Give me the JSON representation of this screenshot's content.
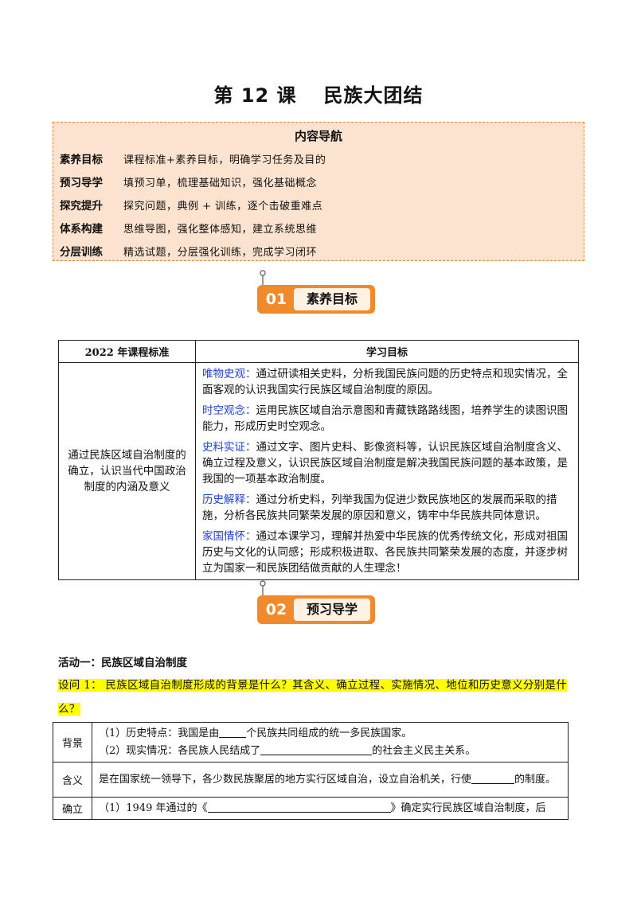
{
  "title": {
    "lesson": "第 12 课",
    "name": "民族大团结"
  },
  "nav": {
    "heading": "内容导航",
    "rows": [
      {
        "key": "素养目标",
        "value": "课程标准+素养目标，明确学习任务及目的"
      },
      {
        "key": "预习导学",
        "value": "填预习单，梳理基础知识，强化基础概念"
      },
      {
        "key": "探究提升",
        "value": "探究问题，典例 + 训练，逐个击破重难点"
      },
      {
        "key": "体系构建",
        "value": "思维导图，强化整体感知，建立系统思维"
      },
      {
        "key": "分层训练",
        "value": "精选试题，分层强化训练，完成学习闭环"
      }
    ]
  },
  "section1": {
    "num": "01",
    "label": "素养目标"
  },
  "standards": {
    "col1_header": "2022 年课程标准",
    "col2_header": "学习目标",
    "standard_text": "通过民族区域自治制度的确立，认识当代中国政治制度的内涵及意义",
    "objectives": [
      {
        "tag": "唯物史观：",
        "text": "通过研读相关史料，分析我国民族问题的历史特点和现实情况，全面客观的认识我国实行民族区域自治制度的原因。"
      },
      {
        "tag": "时空观念：",
        "text": "运用民族区域自治示意图和青藏铁路路线图，培养学生的读图识图能力，形成历史时空观念。"
      },
      {
        "tag": "史料实证：",
        "text": "通过文字、图片史料、影像资料等，认识民族区域自治制度含义、确立过程及意义，认识民族区域自治制度是解决我国民族问题的基本政策，是我国的一项基本政治制度。"
      },
      {
        "tag": "历史解释：",
        "text": "通过分析史料，列举我国为促进少数民族地区的发展而采取的措施，分析各民族共同繁荣发展的原因和意义，铸牢中华民族共同体意识。"
      },
      {
        "tag": "家国情怀：",
        "text": "通过本课学习，理解并热爱中华民族的优秀传统文化，形成对祖国历史与文化的认同感；形成积极进取、各民族共同繁荣发展的态度，并逐步树立为国家一和民族团结做贡献的人生理念！"
      }
    ]
  },
  "section2": {
    "num": "02",
    "label": "预习导学"
  },
  "activity": "活动一：民族区域自治制度",
  "question": "设问 1：  民族区域自治制度形成的背景是什么？其含义、确立过程、实施情况、地位和历史意义分别是什么？",
  "fill_table": {
    "rows": [
      {
        "key": "背景",
        "lines": [
          {
            "before": "（1）历史特点：我国是由",
            "after": "个民族共同组成的统一多民族国家。"
          },
          {
            "before": "（2）现实情况：各民族人民结成了",
            "after": "的社会主义民主关系。"
          }
        ]
      },
      {
        "key": "含义",
        "before": "是在国家统一领导下，各少数民族聚居的地方实行区域自治，设立自治机关，行使",
        "after": "的制度。"
      },
      {
        "key": "确立",
        "before": "（1）1949 年通过的《",
        "after": "》确定实行民族区域自治制度，后"
      }
    ]
  }
}
